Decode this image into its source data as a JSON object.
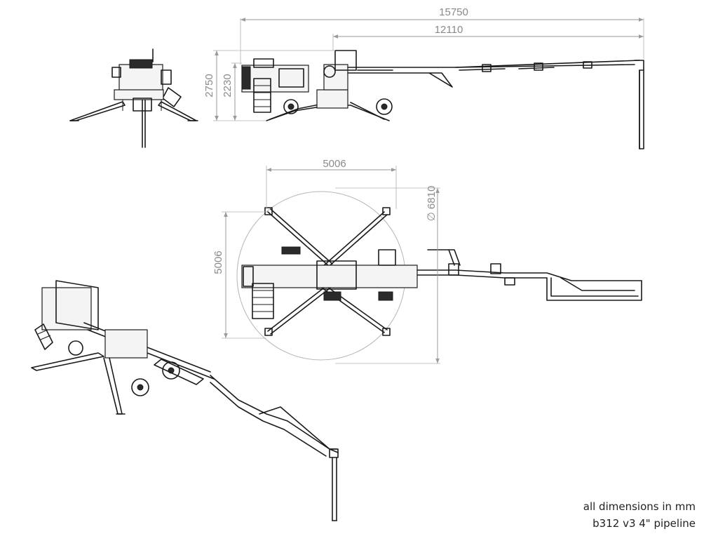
{
  "dimensions": {
    "overall_length": "15750",
    "boom_length": "12110",
    "total_height": "2750",
    "body_height": "2230",
    "outrigger_width": "5006",
    "outrigger_length": "5006",
    "swing_diameter": "∅ 6810"
  },
  "notes": {
    "units": "all dimensions in mm",
    "model": "b312 v3 4\" pipeline"
  }
}
